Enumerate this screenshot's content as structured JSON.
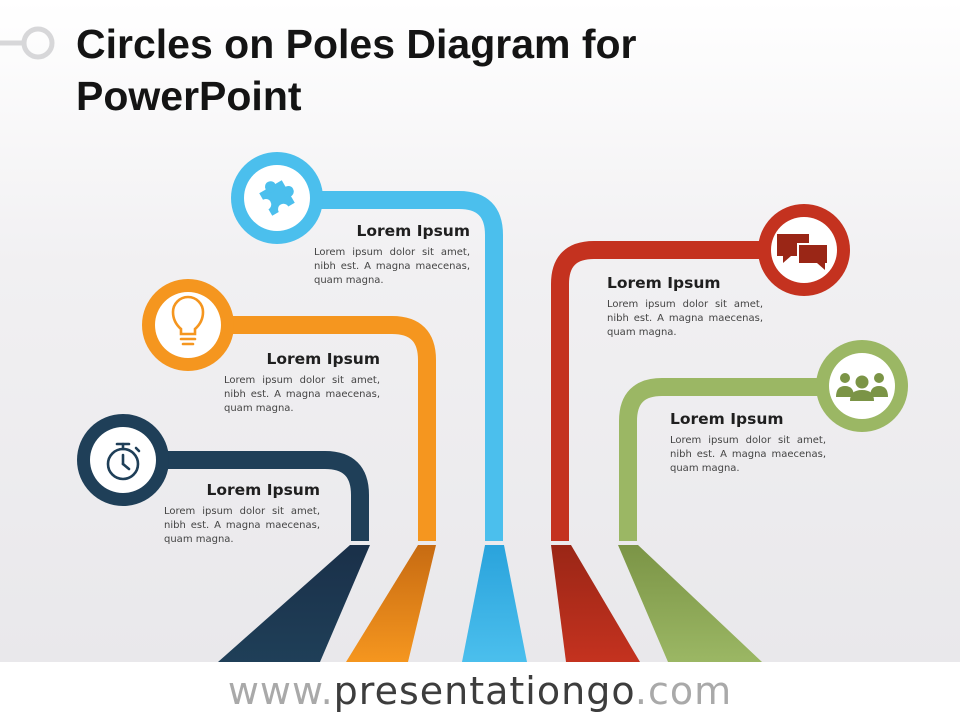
{
  "title": "Circles on Poles Diagram for\nPowerPoint",
  "items": [
    {
      "heading": "Lorem Ipsum",
      "body": "Lorem ipsum dolor sit amet, nibh est. A magna maecenas, quam magna.",
      "icon": "stopwatch-icon",
      "color": "#1f3f58"
    },
    {
      "heading": "Lorem Ipsum",
      "body": "Lorem ipsum dolor sit amet, nibh est. A magna maecenas, quam magna.",
      "icon": "lightbulb-icon",
      "color": "#f5961f"
    },
    {
      "heading": "Lorem Ipsum",
      "body": "Lorem ipsum dolor sit amet, nibh est. A magna maecenas, quam magna.",
      "icon": "puzzle-icon",
      "color": "#4bbfed"
    },
    {
      "heading": "Lorem Ipsum",
      "body": "Lorem ipsum dolor sit amet, nibh est. A magna maecenas, quam magna.",
      "icon": "chat-icon",
      "color": "#c4321f"
    },
    {
      "heading": "Lorem Ipsum",
      "body": "Lorem ipsum dolor sit amet, nibh est. A magna maecenas, quam magna.",
      "icon": "team-icon",
      "color": "#9bb764"
    }
  ],
  "footer": {
    "prefix": "www.",
    "brand": "presentationgo",
    "suffix": ".com"
  }
}
